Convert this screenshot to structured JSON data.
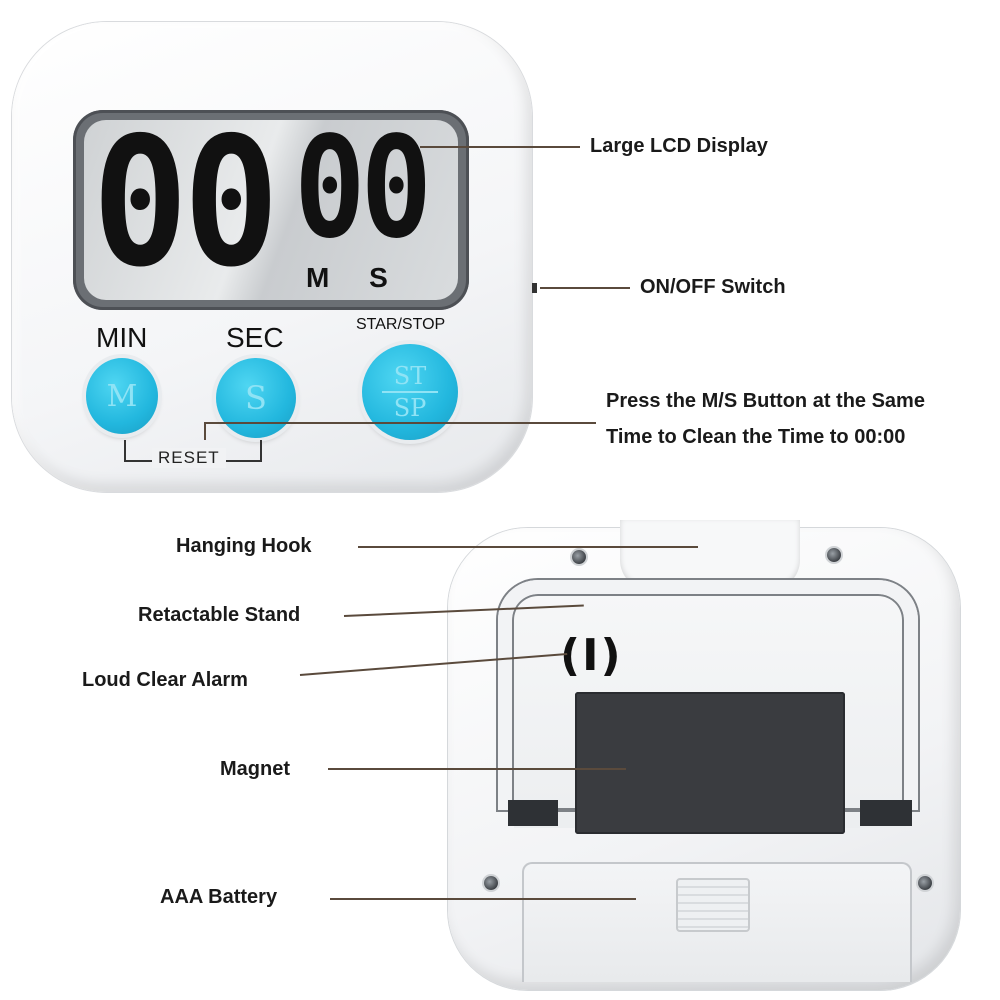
{
  "front": {
    "display_minutes": "00",
    "display_seconds": "00",
    "display_units": "M S",
    "min_label": "MIN",
    "sec_label": "SEC",
    "start_stop_label": "STAR/STOP",
    "min_button_glyph": "M",
    "sec_button_glyph": "S",
    "start_stop_glyph_top": "ST",
    "start_stop_glyph_bottom": "SP",
    "reset_label": "RESET",
    "button_color": "#22b7de"
  },
  "back": {
    "alarm_glyph": "(I)"
  },
  "callouts": {
    "large_lcd": "Large LCD Display",
    "on_off": "ON/OFF Switch",
    "press_ms_line1": "Press the M/S Button at the Same",
    "press_ms_line2": "Time to Clean the Time to 00:00",
    "hanging_hook": "Hanging Hook",
    "stand": "Retactable Stand",
    "alarm": "Loud Clear Alarm",
    "magnet": "Magnet",
    "battery": "AAA Battery"
  }
}
